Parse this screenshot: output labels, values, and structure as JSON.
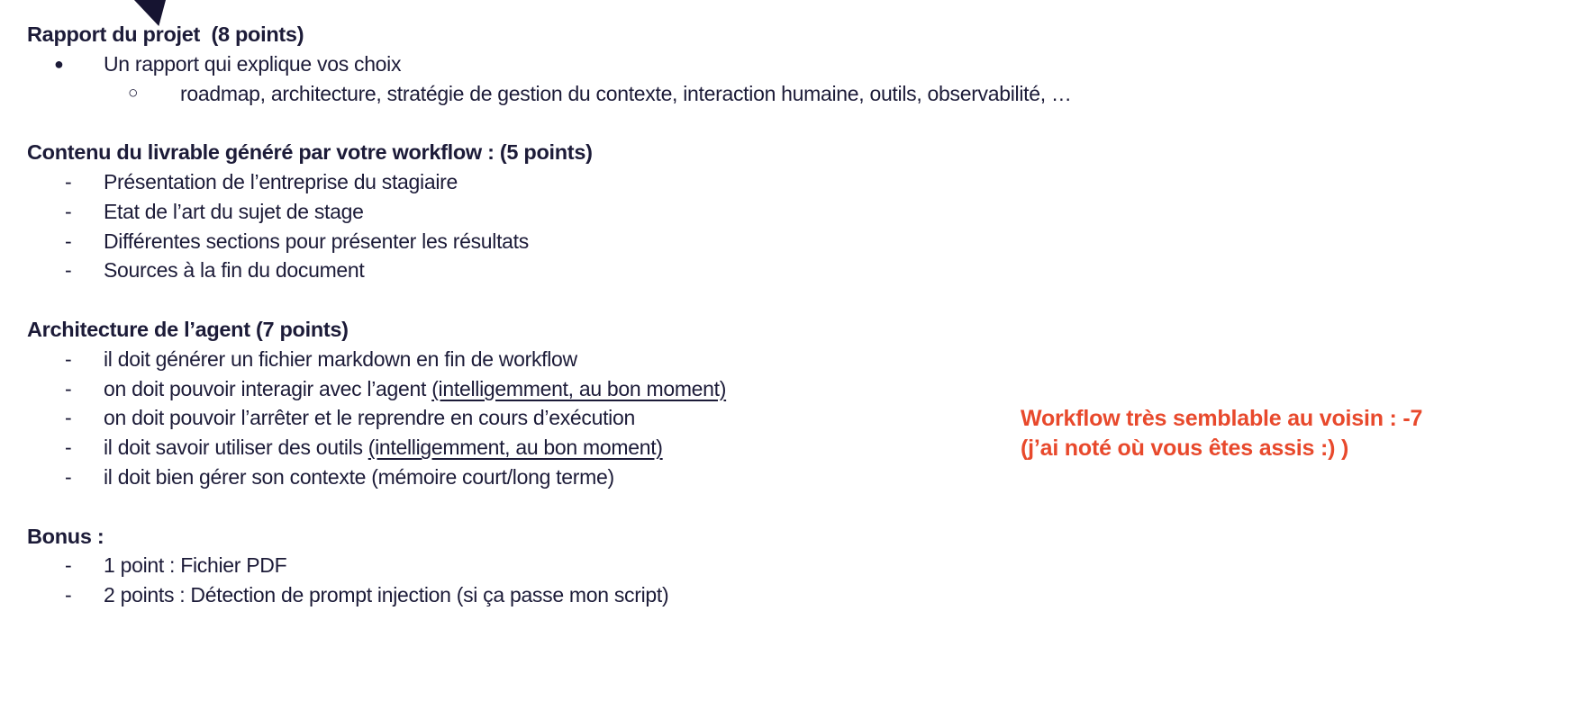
{
  "colors": {
    "background": "#ffffff",
    "text": "#1c1b38",
    "triangle_decoration": "#161431",
    "annotation_accent": "#e8492c"
  },
  "markers": {
    "level1_disc": "●",
    "level2_circle": "○",
    "dash": "-"
  },
  "sections": [
    {
      "heading": "Rapport du projet  (8 points)",
      "items": [
        {
          "text": "Un rapport qui explique vos choix"
        },
        {
          "text": "roadmap, architecture, stratégie de gestion du contexte, interaction humaine, outils, observabilité, …"
        }
      ]
    },
    {
      "heading": "Contenu du livrable généré par votre workflow : (5 points)",
      "items": [
        {
          "text": "Présentation de l’entreprise du stagiaire"
        },
        {
          "text": "Etat de l’art du sujet de stage"
        },
        {
          "text": "Différentes sections pour présenter les résultats"
        },
        {
          "text": "Sources à la fin du document"
        }
      ]
    },
    {
      "heading": "Architecture de l’agent (7 points)",
      "items": [
        {
          "text": "il doit générer un fichier markdown en fin de workflow"
        },
        {
          "text_before": "on doit pouvoir interagir avec l’agent ",
          "underlined": "(intelligemment, au bon moment)"
        },
        {
          "text": "on doit pouvoir l’arrêter et le reprendre en cours d’exécution"
        },
        {
          "text_before": "il doit savoir utiliser des outils ",
          "underlined": "(intelligemment, au bon moment)"
        },
        {
          "text": "il doit bien gérer son contexte (mémoire court/long terme)"
        }
      ]
    },
    {
      "heading": "Bonus :",
      "items": [
        {
          "text": "1 point : Fichier PDF"
        },
        {
          "text": "2 points : Détection de prompt injection (si ça passe mon script)"
        }
      ]
    }
  ],
  "annotation": {
    "line1": "Workflow très semblable au voisin : -7",
    "line2": "(j’ai noté où vous êtes assis :) )"
  }
}
